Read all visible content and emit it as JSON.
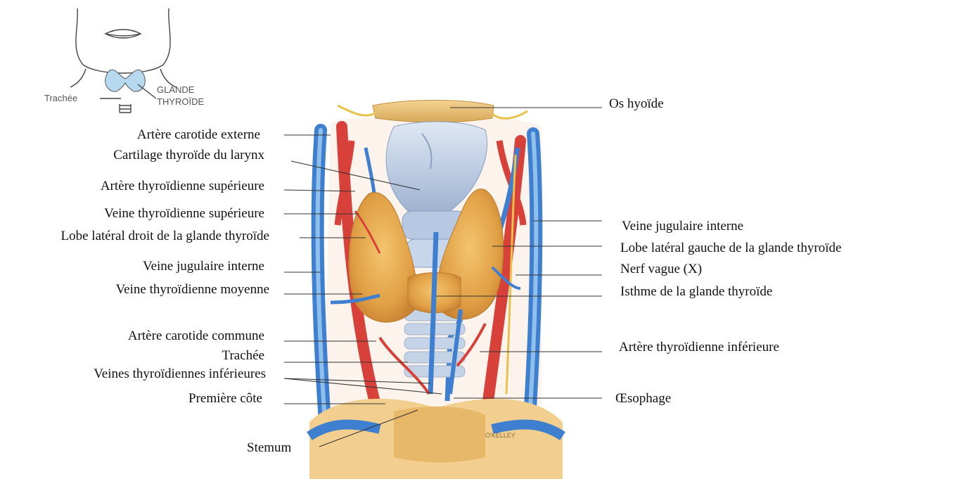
{
  "inset": {
    "trachea": "Trachée",
    "gland_line1": "GLANDE",
    "gland_line2": "THYROÏDE"
  },
  "labels_left": [
    "Artère carotide externe",
    "Cartilage thyroïde du larynx",
    "Artère thyroïdienne supérieure",
    "Veine thyroïdienne supérieure",
    "Lobe latéral droit de la glande thyroïde",
    "Veine jugulaire interne",
    "Veine thyroïdienne moyenne",
    "Artère carotide commune",
    "Trachée",
    "Veines thyroïdiennes inférieures",
    "Première côte",
    "Stemum"
  ],
  "labels_right": [
    "Os hyoïde",
    "Veine jugulaire interne",
    "Lobe latéral gauche de la glande thyroïde",
    "Nerf vague (X)",
    "Isthme de la glande thyroïde",
    "Artère thyroïdienne inférieure",
    "Œsophage"
  ],
  "signature": "O'KELLEY",
  "colors": {
    "artery": "#d8403a",
    "vein": "#3f7fd0",
    "vein_light": "#8fc0ec",
    "gland": "#e3a64a",
    "cartilage": "#c7d6ea",
    "nerve": "#e8c24a",
    "leader": "#333333"
  }
}
